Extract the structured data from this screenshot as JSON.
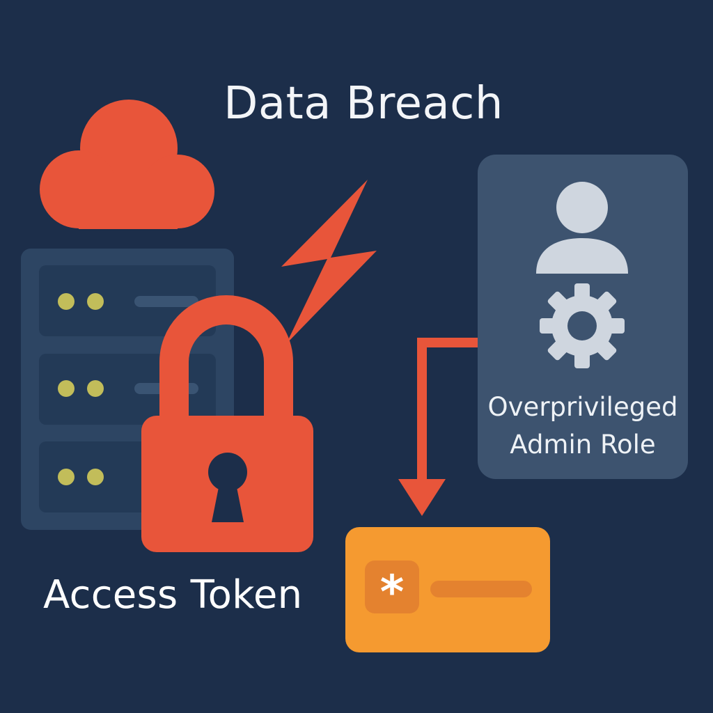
{
  "diagram": {
    "title": "Data Breach",
    "lock_label": "Access Token",
    "role": {
      "line1": "Overprivileged",
      "line2": "Admin Role"
    },
    "key_symbol": "*"
  },
  "colors": {
    "background": "#1c2e4a",
    "accent_red": "#e8553a",
    "server_panel": "#2d4563",
    "server_unit": "#233a57",
    "indicator_dot": "#c2bd5a",
    "role_card": "#3d536f",
    "role_icon": "#cfd6df",
    "key_card": "#f59a30",
    "key_detail": "#e4822f"
  },
  "icons": [
    "cloud-icon",
    "server-rack-icon",
    "lightning-bolt-icon",
    "padlock-icon",
    "user-icon",
    "gear-icon",
    "key-card-icon",
    "arrow-icon"
  ]
}
